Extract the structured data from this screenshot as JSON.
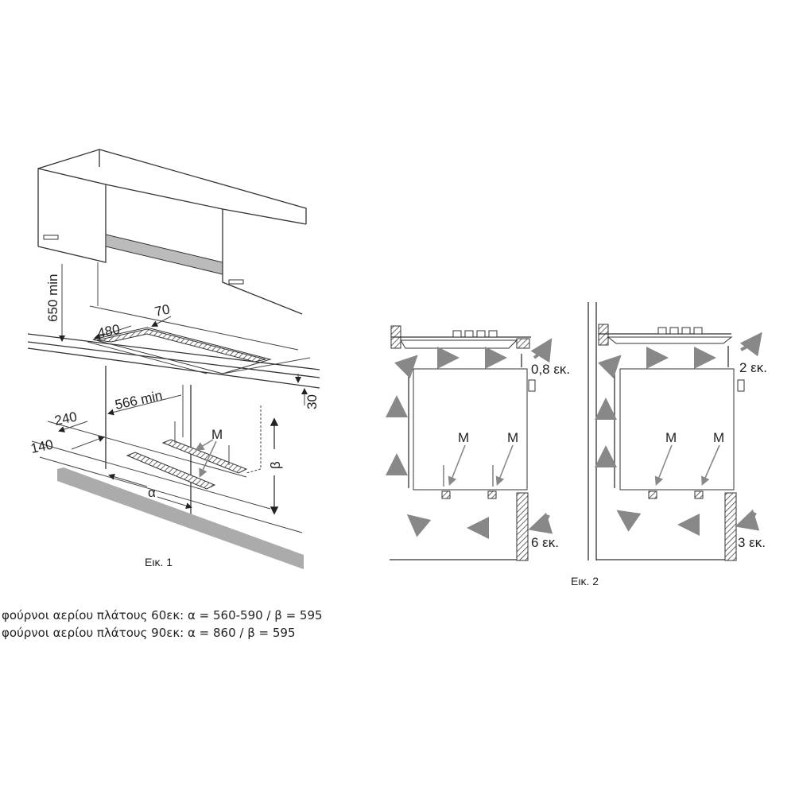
{
  "figure1": {
    "caption": "Εικ. 1",
    "dimensions": {
      "cabinet_clearance": "650 min",
      "cutout_depth": "480",
      "back_offset": "70",
      "side_clearance": "30",
      "cabinet_width": "566 min",
      "rail_spacing": "240",
      "front_offset": "140",
      "width_symbol": "α",
      "height_symbol": "β",
      "rails_label": "M"
    }
  },
  "figure2": {
    "caption": "Εικ. 2",
    "left_panel": {
      "gap_top": "0,8 εκ.",
      "gap_bottom": "6 εκ.",
      "rail_labels": [
        "M",
        "M"
      ]
    },
    "right_panel": {
      "gap_top": "2 εκ.",
      "gap_bottom": "3 εκ.",
      "rail_labels": [
        "M",
        "M"
      ]
    }
  },
  "notes": [
    "φούρνοι αερίου πλάτους 60εκ: α = 560-590 / β = 595",
    "φούρνοι αερίου πλάτους 90εκ: α = 860 / β = 595"
  ],
  "colors": {
    "arrow": "#888888",
    "panel": "#aaaaaa",
    "line": "#333333"
  }
}
